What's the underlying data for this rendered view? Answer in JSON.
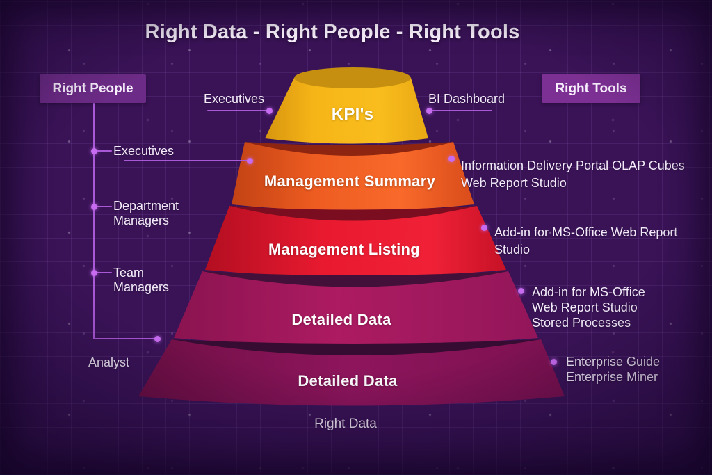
{
  "title": "Right Data - Right People - Right Tools",
  "people": {
    "box_label": "Right People",
    "pyramid_pointer_label": "Executives",
    "items": [
      {
        "lines": [
          "Executives"
        ]
      },
      {
        "lines": [
          "Department",
          "Managers"
        ]
      },
      {
        "lines": [
          "Team",
          "Managers"
        ]
      },
      {
        "lines": [
          "Analyst"
        ]
      }
    ]
  },
  "tools": {
    "box_label": "Right Tools",
    "pyramid_pointer_label": "BI Dashboard",
    "items": [
      {
        "lines": [
          "Information Delivery Portal OLAP Cubes",
          "Web Report Studio"
        ]
      },
      {
        "lines": [
          "Add-in for MS-Office Web Report",
          "Studio"
        ]
      },
      {
        "lines": [
          "Add-in for MS-Office",
          "Web Report Studio",
          "Stored Processes"
        ]
      },
      {
        "lines": [
          "Enterprise Guide",
          "Enterprise Miner"
        ]
      }
    ]
  },
  "pyramid": {
    "bottom_label": "Right Data",
    "layers": [
      {
        "label": "KPI's",
        "color": "#f6b319"
      },
      {
        "label": "Management Summary",
        "color": "#f05a22"
      },
      {
        "label": "Management Listing",
        "color": "#e71a2f"
      },
      {
        "label": "Detailed Data",
        "color": "#a81a5f"
      },
      {
        "label": "Detailed Data",
        "color": "#8a1457"
      }
    ]
  },
  "colors": {
    "background": "#3a1357",
    "grid_line": "#54267a",
    "connector_line": "#a958d6",
    "connector_dot": "#c76cf0",
    "people_box": "#6c2b86",
    "tools_box": "#7c3093",
    "text": "#f3ebfa"
  }
}
